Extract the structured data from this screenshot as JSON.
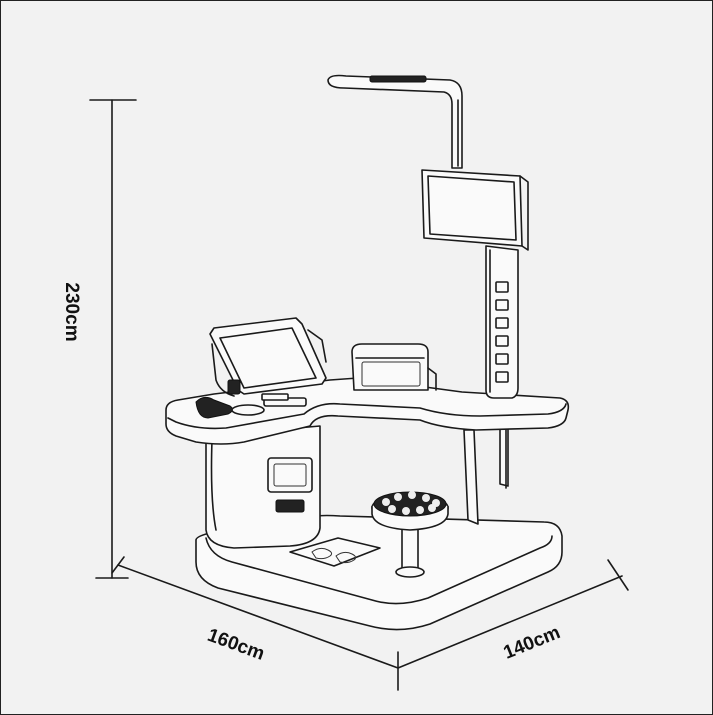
{
  "dimensions": {
    "height": "230cm",
    "width": "160cm",
    "depth": "140cm"
  },
  "icons": {
    "kiosk": "health-kiosk-illustration",
    "stool": "round-stool",
    "printer": "printer",
    "monitor": "touchscreen-monitor",
    "display": "upper-display"
  }
}
